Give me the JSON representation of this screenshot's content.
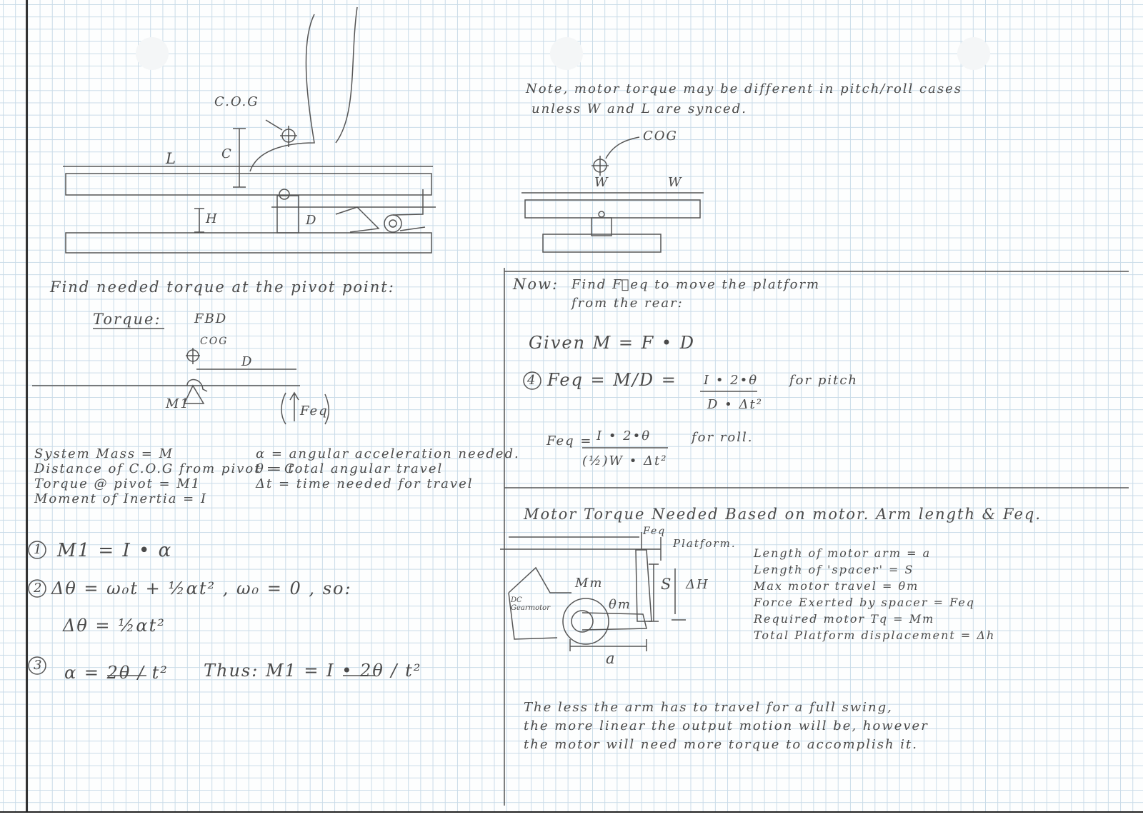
{
  "top_left": {
    "cog": "C.O.G",
    "L": "L",
    "C": "C",
    "H": "H",
    "D": "D"
  },
  "top_right": {
    "note_line1": "Note, motor torque may be different in pitch/roll cases",
    "note_line2": "unless W and L are synced.",
    "cog": "COG",
    "W1": "W",
    "W2": "W"
  },
  "left": {
    "heading": "Find needed torque at the pivot point:",
    "torque_label": "Torque:",
    "fbd": "FBD",
    "cog": "COG",
    "D": "D",
    "M1": "M1",
    "Feq": "Feq",
    "defs": [
      "System Mass = M",
      "Distance of C.O.G from pivot = C",
      "Torque @ pivot = M1",
      "Moment of Inertia = I"
    ],
    "defs_right": [
      "α = angular acceleration needed.",
      "θ = total angular travel",
      "Δt = time needed for travel"
    ],
    "eq1_num": "1",
    "eq1": "M1 = I • α",
    "eq2_num": "2",
    "eq2": "Δθ = ω₀t + ½αt²  ,  ω₀ = 0 , so:",
    "eq2b": "Δθ = ½αt²",
    "eq3_num": "3",
    "eq3": "α = 2θ / t²",
    "eq3_thus": "Thus:  M1 = I • 2θ / t²"
  },
  "right": {
    "now": "Now:",
    "now_text": "Find F⃗eq to move the platform",
    "now_text2": "from the rear:",
    "given": "Given  M = F • D",
    "eq4_num": "4",
    "eq4": "Feq = M/D =",
    "eq4_frac_num": "I • 2•θ",
    "eq4_frac_den": "D • Δt²",
    "eq4_tail": "for pitch",
    "eq5": "Feq =",
    "eq5_num": "I • 2•θ",
    "eq5_den": "(½)W • Δt²",
    "eq5_tail": "for roll.",
    "motor_heading": "Motor Torque Needed  Based on motor. Arm length  &  Feq.",
    "diagram": {
      "feq": "Feq",
      "platform": "Platform.",
      "Mm": "Mm",
      "theta": "θm",
      "S": "S",
      "dH": "ΔH",
      "dc": "DC Gearmotor",
      "a": "a"
    },
    "defs": [
      "Length of motor arm = a",
      "Length of 'spacer' = S",
      "Max motor travel = θm",
      "Force Exerted by spacer = Feq",
      "Required motor Tq = Mm",
      "Total Platform displacement = Δh"
    ],
    "closing": [
      "The less the arm has to travel for a full swing,",
      "the more linear the output motion will be, however",
      "the motor will need more torque to accomplish it."
    ]
  }
}
